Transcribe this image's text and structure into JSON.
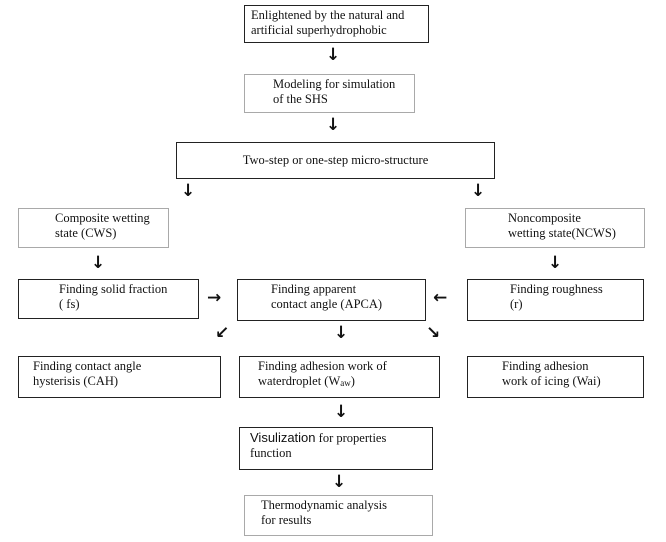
{
  "flowchart": {
    "box_inspiration": {
      "lines": [
        "Enlightened by the natural and",
        "artificial superhydrophobic"
      ]
    },
    "box_modeling": {
      "lines": [
        "Modeling for simulation",
        "of the SHS"
      ]
    },
    "box_structure": {
      "lines": [
        "Two-step or one-step micro-structure"
      ]
    },
    "box_cws": {
      "lines": [
        "Composite wetting",
        "state (CWS)"
      ]
    },
    "box_ncws": {
      "lines": [
        "Noncomposite",
        "wetting state(NCWS)"
      ]
    },
    "box_solid_fraction": {
      "lines": [
        "Finding solid fraction",
        "( fs)"
      ]
    },
    "box_apca": {
      "lines": [
        "Finding apparent",
        "contact angle (APCA)"
      ]
    },
    "box_roughness": {
      "lines": [
        "Finding roughness",
        "(r)"
      ]
    },
    "box_cah": {
      "lines": [
        "Finding contact angle",
        "hysterisis (CAH)"
      ]
    },
    "box_adhesion_water": {
      "line1": "Finding adhesion work of",
      "line2_prefix": "waterdroplet (W",
      "line2_sub": "aw",
      "line2_suffix": ")"
    },
    "box_adhesion_icing": {
      "lines": [
        "Finding adhesion",
        "work of icing (Wai)"
      ]
    },
    "box_visualization": {
      "line1_bold": "Visulization",
      "line1_rest": " for properties",
      "line2": "function"
    },
    "box_thermo": {
      "lines": [
        "Thermodynamic analysis",
        "for results"
      ]
    }
  },
  "icons": {
    "arrow_down": "↓",
    "arrow_right": "→",
    "arrow_left": "←",
    "arrow_down_left": "↙",
    "arrow_down_right": "↘"
  }
}
